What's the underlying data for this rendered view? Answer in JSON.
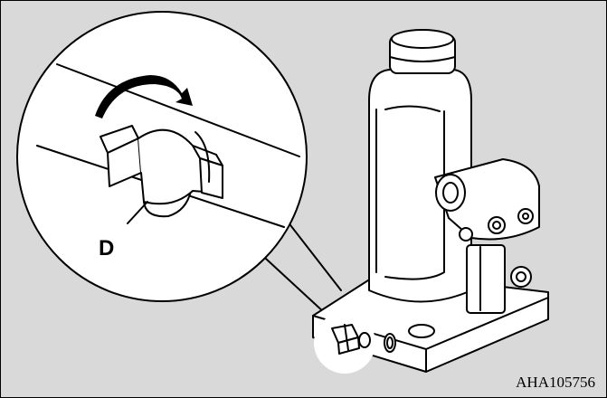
{
  "figure": {
    "callout_label": "D",
    "reference_code": "AHA105756",
    "background_color": "#d9d9d9",
    "line_color": "#000000",
    "fill_color": "#ffffff"
  },
  "icons": {
    "rotation_arrow": "curved-arrow-clockwise",
    "release_valve": "release-valve-knob",
    "jack": "bottle-jack"
  }
}
